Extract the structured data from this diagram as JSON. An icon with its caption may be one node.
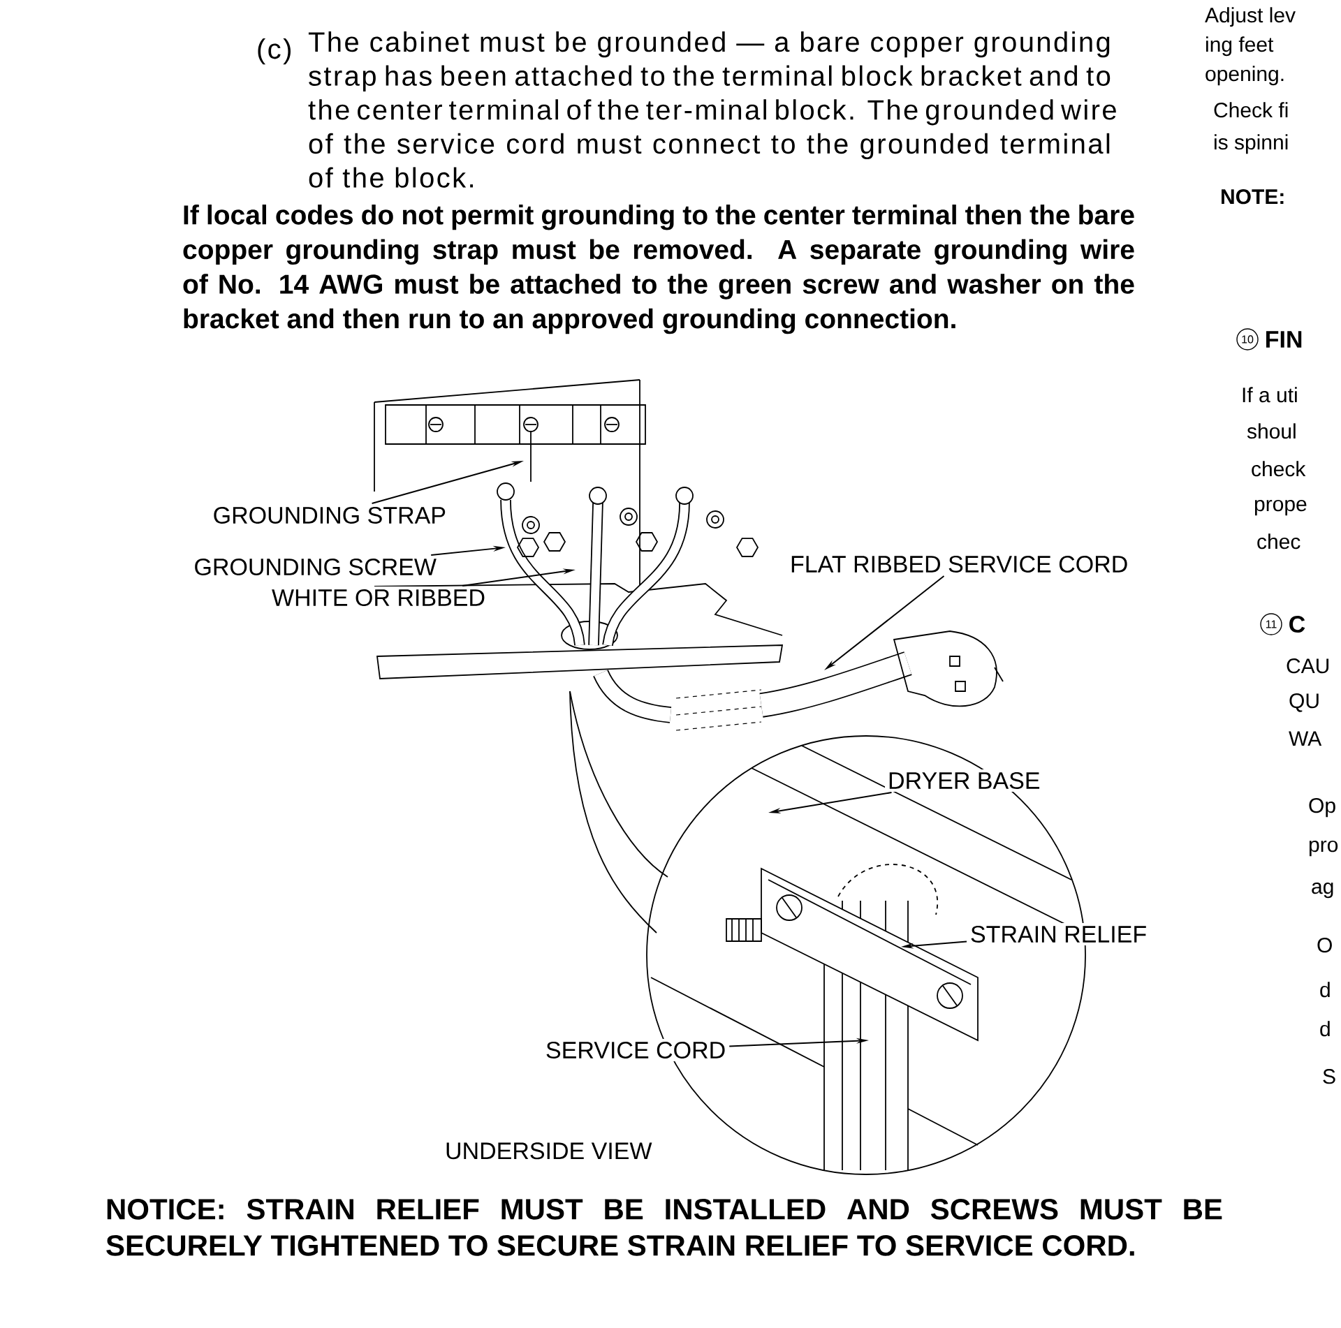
{
  "diagram": {
    "nodes": [
      {
        "text": [
          "GROUNDING STRAP"
        ]
      },
      {
        "text": [
          "GROUNDING SCREW"
        ]
      },
      {
        "text": [
          "WHITE OR RIBBED"
        ]
      },
      {
        "text": [
          "FLAT RIBBED SERVICE CORD"
        ]
      },
      {
        "text": [
          "DRYER BASE"
        ]
      },
      {
        "text": [
          "STRAIN RELIEF"
        ]
      },
      {
        "text": [
          "SERVICE CORD"
        ]
      },
      {
        "text": [
          "10"
        ],
        "beside": [
          "FIN"
        ]
      },
      {
        "text": [
          "11"
        ],
        "beside": [
          "C"
        ]
      }
    ],
    "edges": [
      {
        "from": 0,
        "to": null,
        "arrow": "to"
      },
      {
        "from": 1,
        "to": null,
        "arrow": "to"
      },
      {
        "from": 2,
        "to": null,
        "arrow": "to"
      },
      {
        "from": 3,
        "to": null,
        "arrow": "to"
      },
      {
        "from": 4,
        "to": null,
        "arrow": "to"
      },
      {
        "from": 5,
        "to": null,
        "arrow": "to"
      },
      {
        "from": 6,
        "to": null,
        "arrow": "to"
      }
    ],
    "labels": [
      "(c)",
      "The cabinet must be grounded — a bare copper grounding strap has been attached to the terminal block bracket and to the center terminal of the ter-minal block. The grounded wire of the service cord must connect to the grounded terminal of the block.",
      "If local codes do not permit grounding to the center terminal then the bare copper grounding strap must be removed. A separate grounding wire of No. 14 AWG must be attached to the green screw and washer on the bracket and then run to an approved grounding connection.",
      "UNDERSIDE VIEW",
      "NOTICE: STRAIN RELIEF MUST BE INSTALLED AND SCREWS MUST BE SECURELY TIGHTENED TO SECURE STRAIN RELIEF TO SERVICE CORD.",
      "Adjust lev",
      "ing feet",
      "opening.",
      "Check fi",
      "is spinni",
      "NOTE:",
      "If a uti",
      "shoul",
      "check",
      "prope",
      "chec",
      "CAU",
      "QU",
      "WA",
      "Op",
      "pro",
      "ag",
      "O",
      "d",
      "d",
      "S"
    ]
  }
}
